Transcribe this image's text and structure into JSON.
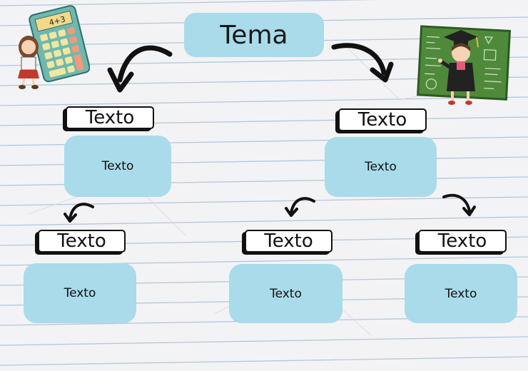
{
  "topic": "Tema",
  "branches": [
    {
      "label": "Texto",
      "body": "Texto"
    },
    {
      "label": "Texto",
      "body": "Texto"
    }
  ],
  "leaves": [
    {
      "label": "Texto",
      "body": "Texto"
    },
    {
      "label": "Texto",
      "body": "Texto"
    },
    {
      "label": "Texto",
      "body": "Texto"
    }
  ],
  "calculator_text": "4+3",
  "colors": {
    "box": "#a9dbea",
    "paper": "#f3f3f5",
    "rule_line": "#9fb8d6",
    "board": "#4f8a3a"
  },
  "icons": [
    "calculator-icon",
    "girl-student-icon",
    "chalkboard-icon",
    "graduate-icon",
    "curved-arrow-icon"
  ]
}
